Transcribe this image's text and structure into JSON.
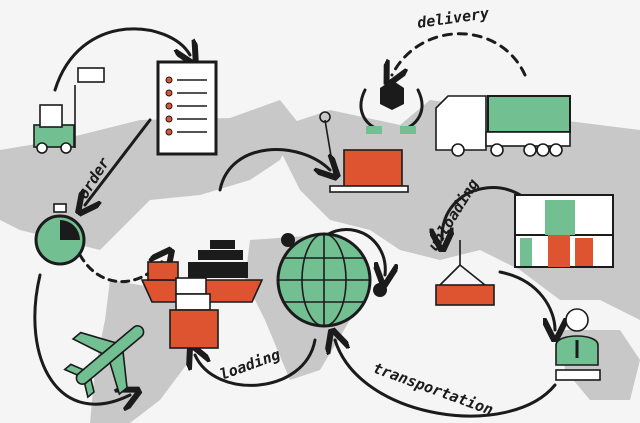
{
  "labels": {
    "delivery": "delivery",
    "order": "order",
    "unloading": "unloading",
    "loading": "loading",
    "transportation": "transportation"
  },
  "colors": {
    "background": "#f5f5f5",
    "map": "#c8c8c8",
    "green": "#72bf92",
    "orange": "#de5430",
    "ink": "#1b1b1b"
  }
}
